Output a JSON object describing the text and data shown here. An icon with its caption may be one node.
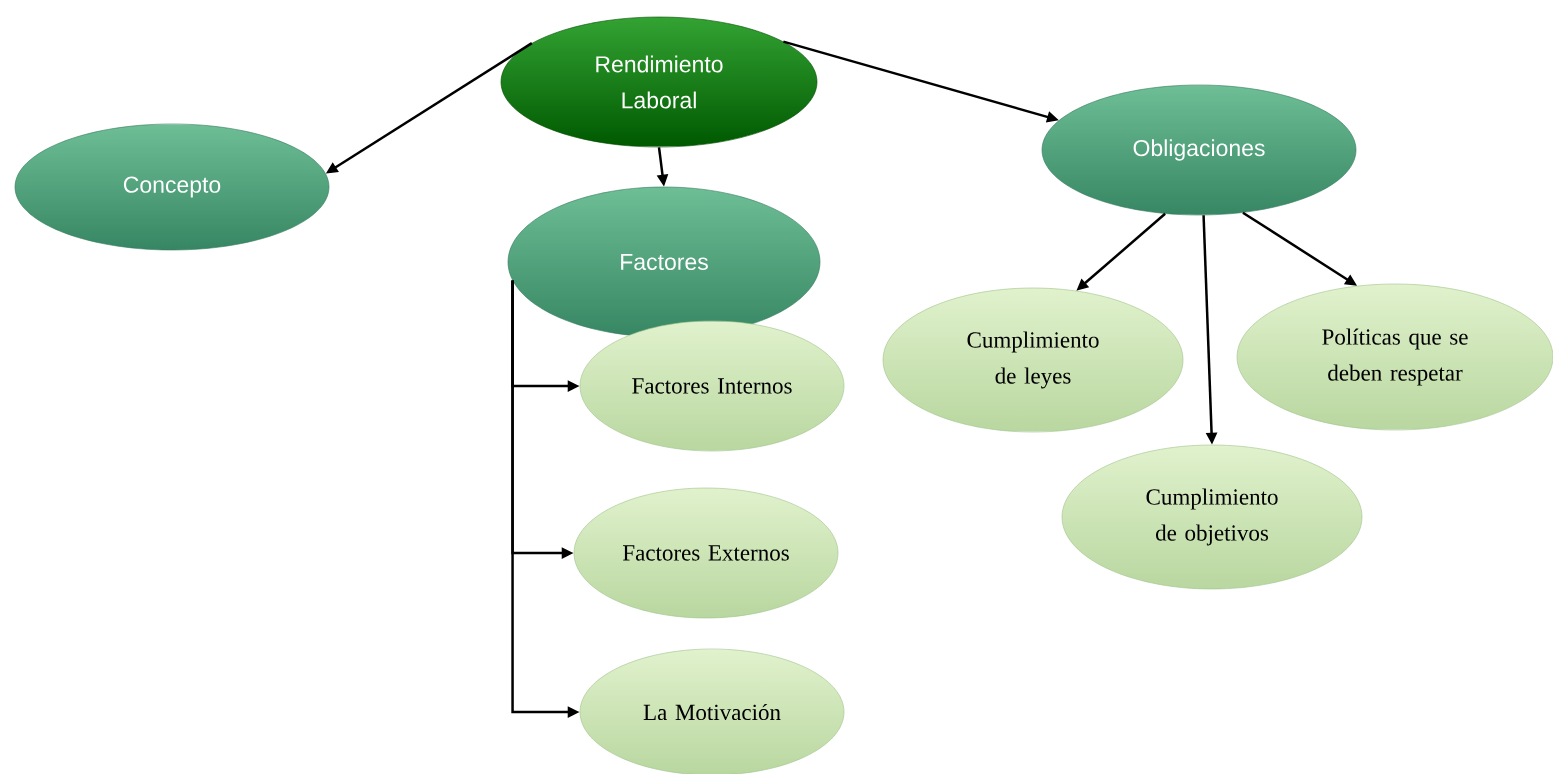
{
  "diagram": {
    "nodes": [
      {
        "text": [
          "Rendimiento Laboral"
        ]
      },
      {
        "text": [
          "Concepto"
        ]
      },
      {
        "text": [
          "Obligaciones"
        ]
      },
      {
        "text": [
          "Factores"
        ]
      },
      {
        "text": [
          "Factores Internos"
        ]
      },
      {
        "text": [
          "Factores Externos"
        ]
      },
      {
        "text": [
          "La Motivación"
        ]
      },
      {
        "text": [
          "Cumplimiento de leyes"
        ]
      },
      {
        "text": [
          "Políticas que se deben respetar"
        ]
      },
      {
        "text": [
          "Cumplimiento de objetivos"
        ]
      }
    ],
    "edges": [
      {
        "from": 0,
        "to": 1,
        "arrow": "to"
      },
      {
        "from": 0,
        "to": 3,
        "arrow": "to"
      },
      {
        "from": 0,
        "to": 2,
        "arrow": "to"
      },
      {
        "from": 3,
        "to": 4,
        "arrow": "to"
      },
      {
        "from": 3,
        "to": 5,
        "arrow": "to"
      },
      {
        "from": 3,
        "to": 6,
        "arrow": "to"
      },
      {
        "from": 2,
        "to": 7,
        "arrow": "to"
      },
      {
        "from": 2,
        "to": 9,
        "arrow": "to"
      },
      {
        "from": 2,
        "to": 8,
        "arrow": "to"
      }
    ]
  }
}
